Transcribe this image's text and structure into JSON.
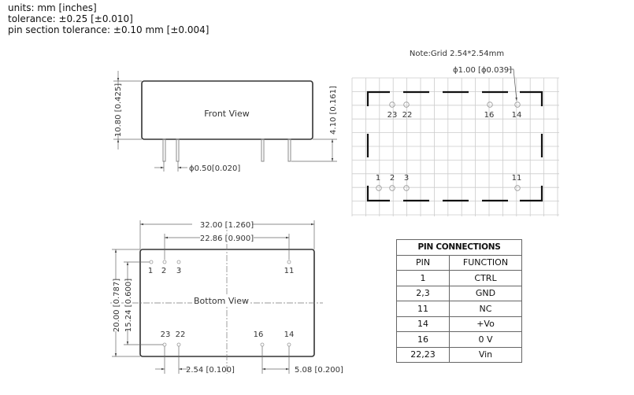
{
  "notes": [
    "units: mm [inches]",
    "tolerance: ±0.25 [±0.010]",
    "pin section tolerance: ±0.10 mm [±0.004]"
  ],
  "front": {
    "title": "Front View",
    "height": "10.80 [0.425]",
    "pin_len": "4.10 [0.161]",
    "pin_dia": "ϕ0.50[0.020]"
  },
  "grid": {
    "note": "Note:Grid 2.54*2.54mm",
    "hole": "ϕ1.00 [ϕ0.039]",
    "pins": {
      "p23": "23",
      "p22": "22",
      "p16": "16",
      "p14": "14",
      "p1": "1",
      "p2": "2",
      "p3": "3",
      "p11": "11"
    }
  },
  "bottom": {
    "title": "Bottom View",
    "width": "32.00 [1.260]",
    "span": "22.86 [0.900]",
    "height": "20.00 [0.787]",
    "row_span": "15.24 [0.600]",
    "pitch": "2.54 [0.100]",
    "pitch2": "5.08 [0.200]"
  },
  "table": {
    "title": "PIN CONNECTIONS",
    "headers": [
      "PIN",
      "FUNCTION"
    ],
    "rows": [
      [
        "1",
        "CTRL"
      ],
      [
        "2,3",
        "GND"
      ],
      [
        "11",
        "NC"
      ],
      [
        "14",
        "+Vo"
      ],
      [
        "16",
        "0 V"
      ],
      [
        "22,23",
        "Vin"
      ]
    ]
  }
}
